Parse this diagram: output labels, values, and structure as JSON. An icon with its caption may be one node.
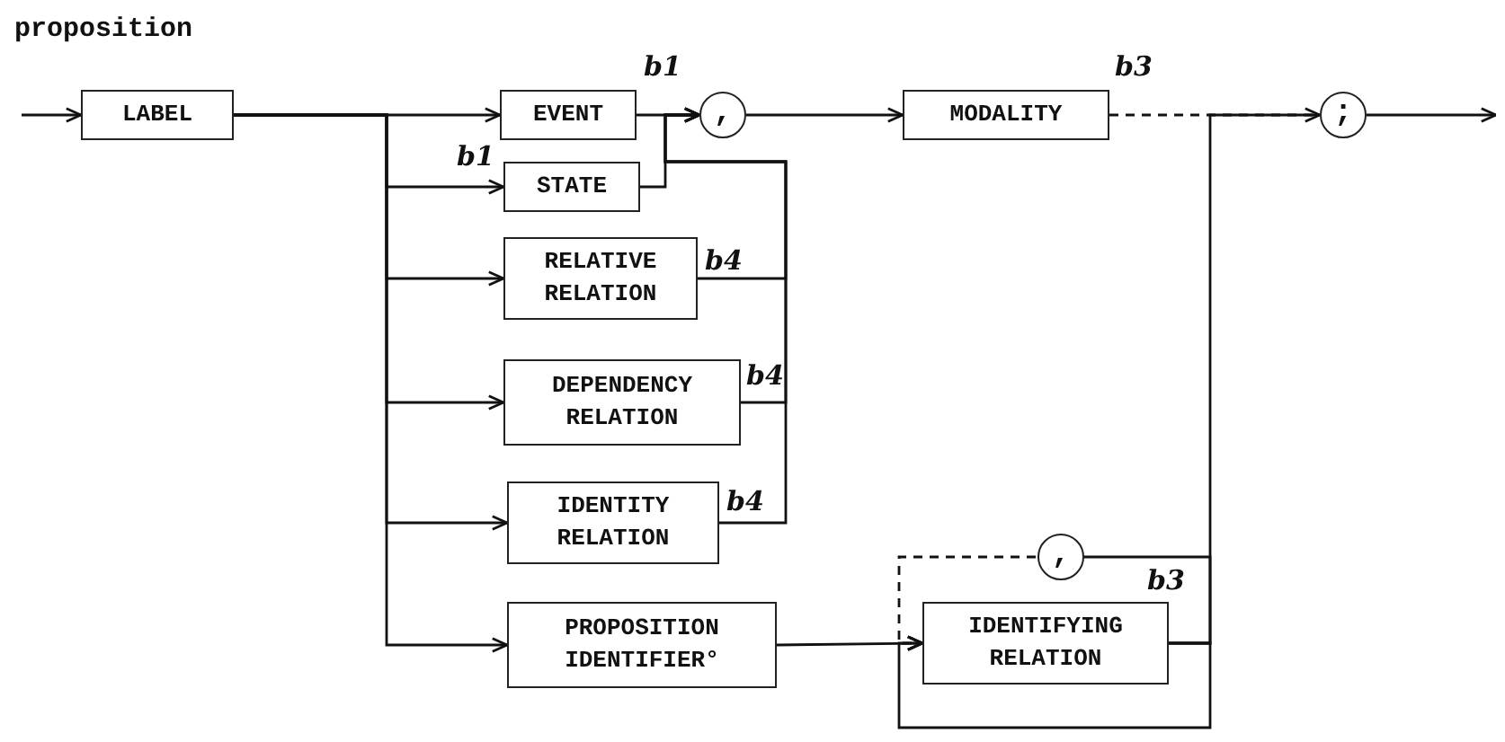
{
  "diagram": {
    "title": "proposition",
    "nodes": [
      {
        "text": [
          "LABEL"
        ]
      },
      {
        "text": [
          "EVENT"
        ],
        "beside": [
          "b1"
        ]
      },
      {
        "text": [
          "STATE"
        ],
        "beside": [
          "b1"
        ]
      },
      {
        "text": [
          "RELATIVE RELATION"
        ],
        "beside": [
          "b4"
        ]
      },
      {
        "text": [
          "DEPENDENCY RELATION"
        ],
        "beside": [
          "b4"
        ]
      },
      {
        "text": [
          "IDENTITY RELATION"
        ],
        "beside": [
          "b4"
        ]
      },
      {
        "text": [
          "PROPOSITION IDENTIFIER°"
        ]
      },
      {
        "text": [
          ","
        ]
      },
      {
        "text": [
          "MODALITY"
        ],
        "beside": [
          "b3"
        ]
      },
      {
        "text": [
          ";"
        ]
      },
      {
        "text": [
          "IDENTIFYING RELATION"
        ],
        "beside": [
          "b3"
        ]
      },
      {
        "text": [
          ","
        ]
      }
    ],
    "edges": [
      {
        "from": null,
        "to": 0,
        "arrow": "to"
      },
      {
        "from": 0,
        "to": 1,
        "arrow": "to"
      },
      {
        "from": 0,
        "to": 2,
        "arrow": "to"
      },
      {
        "from": 0,
        "to": 3,
        "arrow": "to"
      },
      {
        "from": 0,
        "to": 4,
        "arrow": "to"
      },
      {
        "from": 0,
        "to": 5,
        "arrow": "to"
      },
      {
        "from": 0,
        "to": 6,
        "arrow": "to"
      },
      {
        "from": 1,
        "to": 7,
        "arrow": "none"
      },
      {
        "from": 2,
        "to": 7,
        "arrow": "to"
      },
      {
        "from": 3,
        "to": 7,
        "arrow": "to"
      },
      {
        "from": 4,
        "to": 7,
        "arrow": "to"
      },
      {
        "from": 5,
        "to": 7,
        "arrow": "to"
      },
      {
        "from": 7,
        "to": 8,
        "arrow": "to"
      },
      {
        "from": 8,
        "to": 9,
        "arrow": "none",
        "style": "dashed"
      },
      {
        "from": 9,
        "to": null,
        "arrow": "to"
      },
      {
        "from": 6,
        "to": 10,
        "arrow": "to"
      },
      {
        "from": 10,
        "to": 9,
        "arrow": "to"
      },
      {
        "from": 10,
        "to": 11,
        "arrow": "to"
      },
      {
        "from": 11,
        "to": 10,
        "arrow": "to",
        "style": "dashed"
      },
      {
        "from": 10,
        "to": 10,
        "arrow": "to"
      }
    ]
  }
}
